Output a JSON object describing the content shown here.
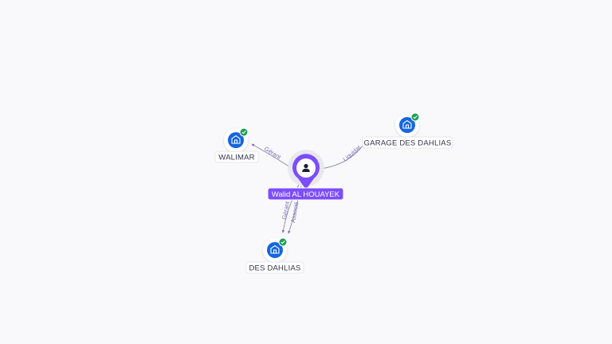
{
  "colors": {
    "accent": "#7c4dff",
    "company_icon": "#1565e0",
    "verified": "#1e9e57",
    "edge": "#8a8aa6",
    "edge_label": "#7b6cc0"
  },
  "center": {
    "label": "Walid AL HOUAYEK",
    "icon": "person-icon"
  },
  "companies": [
    {
      "label": "WALIMAR",
      "icon": "building-icon",
      "verified": true
    },
    {
      "label": "GARAGE DES DAHLIAS",
      "icon": "building-icon",
      "verified": true
    },
    {
      "label": "DES DAHLIAS",
      "icon": "building-icon",
      "verified": true
    }
  ],
  "edges": [
    {
      "label": "Gérant"
    },
    {
      "label": "Liquidat"
    },
    {
      "label": "Gérant"
    },
    {
      "label": "Associé"
    }
  ]
}
